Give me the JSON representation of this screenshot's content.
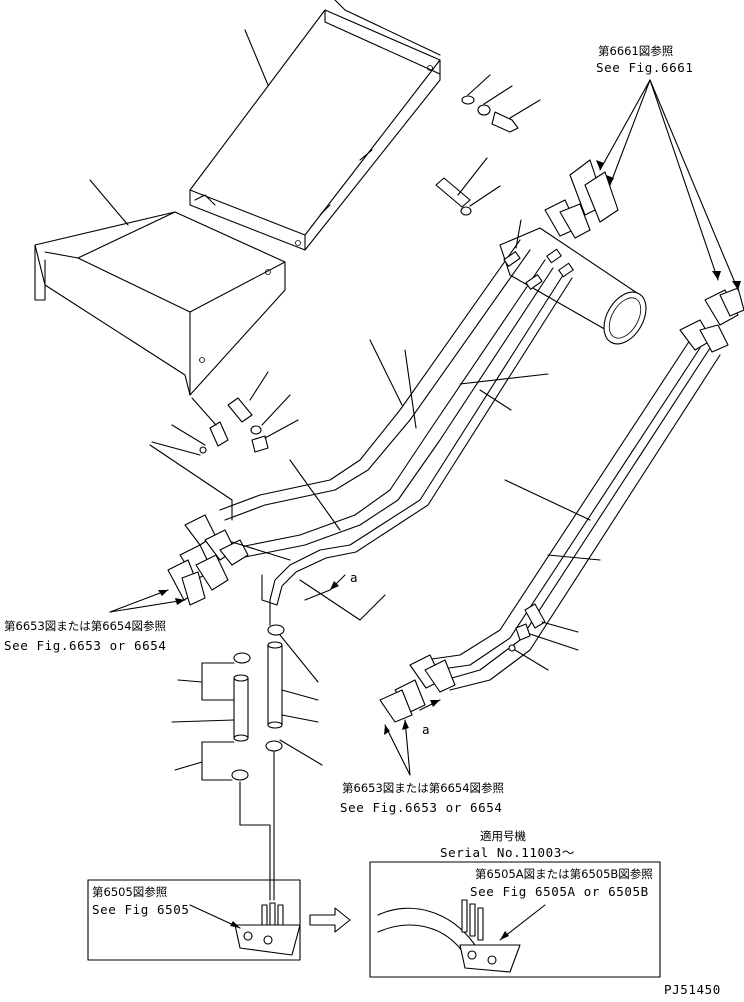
{
  "labels": {
    "fig6661_jp": "第6661図参照",
    "fig6661_en": "See Fig.6661",
    "fig6653_jp_left": "第6653図または第6654図参照",
    "fig6653_en_left": "See Fig.6653 or 6654",
    "fig6653_jp_right": "第6653図または第6654図参照",
    "fig6653_en_right": "See Fig.6653 or 6654",
    "serial_jp": "適用号機",
    "serial_en": "Serial No.11003～",
    "fig6505_jp": "第6505図参照",
    "fig6505_en": "See Fig 6505",
    "fig6505ab_jp": "第6505A図または第6505B図参照",
    "fig6505ab_en": "See Fig 6505A or 6505B",
    "marker_a_upper": "a",
    "marker_a_lower": "a",
    "drawing_code": "PJ51450"
  }
}
